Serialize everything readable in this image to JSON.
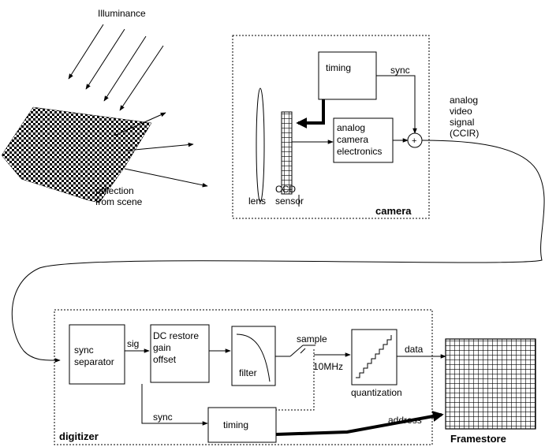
{
  "scene": {
    "illuminance": "Illuminance",
    "reflection_line1": "reflection",
    "reflection_line2": "from scene"
  },
  "camera": {
    "title": "camera",
    "timing": "timing",
    "sync": "sync",
    "electronics_line1": "analog",
    "electronics_line2": "camera",
    "electronics_line3": "electronics",
    "lens": "lens",
    "ccd_line1": "CCD",
    "ccd_line2": "sensor",
    "plus": "+"
  },
  "signal": {
    "line1": "analog",
    "line2": "video",
    "line3": "signal",
    "line4": "(CCIR)"
  },
  "digitizer": {
    "title": "digitizer",
    "sync_sep_line1": "sync",
    "sync_sep_line2": "separator",
    "sig": "sig",
    "dc_line1": "DC restore",
    "dc_line2": "gain",
    "dc_line3": "offset",
    "filter": "filter",
    "sample": "sample",
    "freq": "10MHz",
    "quantization": "quantization",
    "data": "data",
    "sync": "sync",
    "timing": "timing",
    "address": "address"
  },
  "framestore": {
    "label": "Framestore"
  }
}
